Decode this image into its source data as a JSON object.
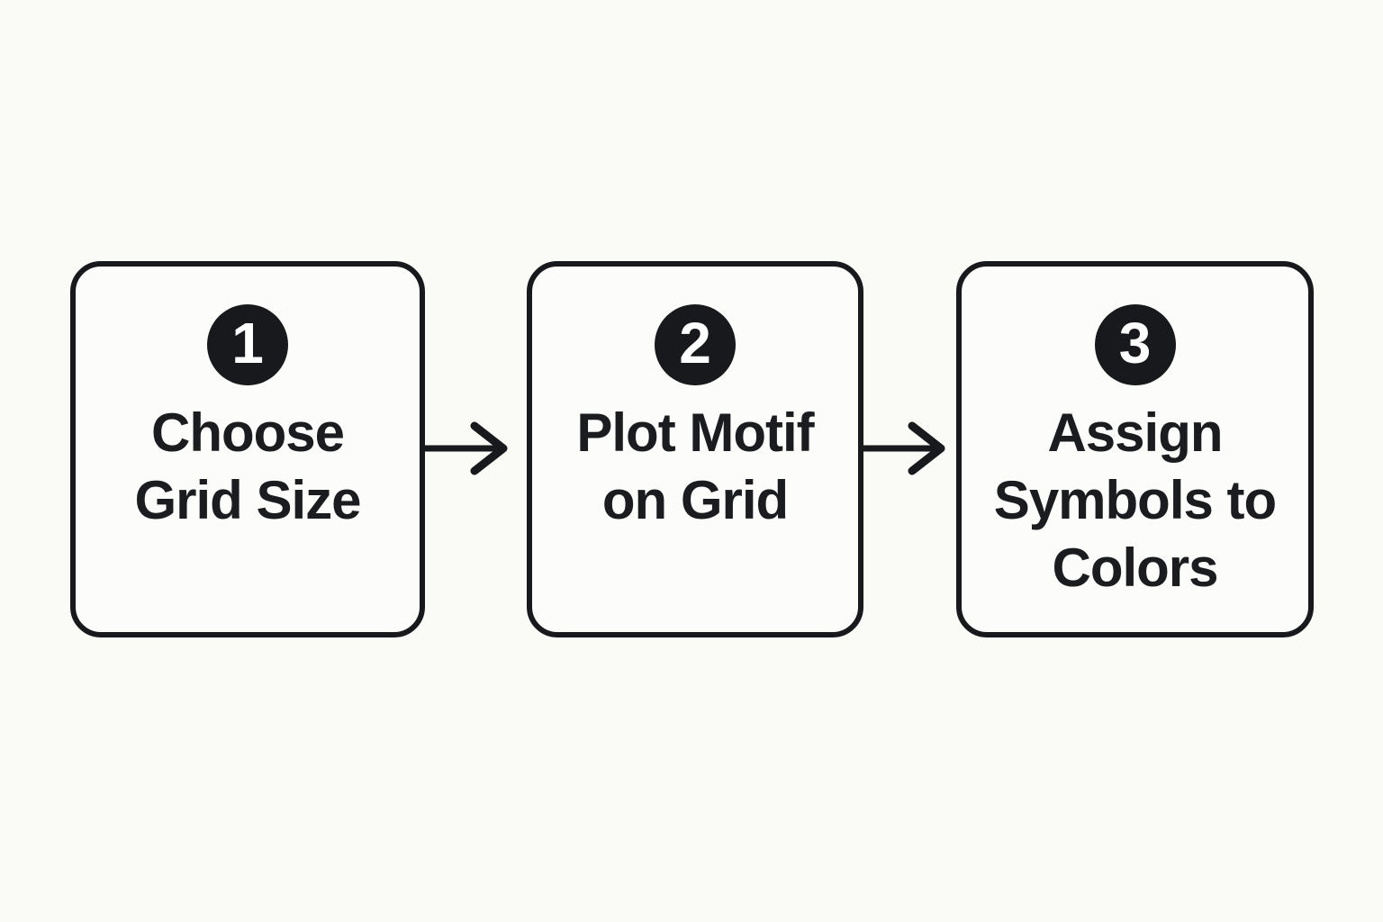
{
  "diagram": {
    "type": "flowchart",
    "direction": "left-to-right",
    "steps": [
      {
        "number": "1",
        "label": "Choose Grid Size",
        "lines": [
          "Choose",
          "Grid Size",
          ""
        ]
      },
      {
        "number": "2",
        "label": "Plot Motif on Grid",
        "lines": [
          "Plot Motif",
          "on Grid",
          ""
        ]
      },
      {
        "number": "3",
        "label": "Assign Symbols to Colors",
        "lines": [
          "Assign",
          "Symbols to",
          "Colors"
        ]
      }
    ],
    "connectors": [
      {
        "from": "1",
        "to": "2",
        "icon": "arrow-right-icon"
      },
      {
        "from": "2",
        "to": "3",
        "icon": "arrow-right-icon"
      }
    ],
    "colors": {
      "background": "#FAFAF7",
      "box_fill": "#FCFCFA",
      "outline": "#17191C",
      "badge_fill": "#17191C",
      "badge_text": "#FFFFFF",
      "label_text": "#1A1C1F"
    }
  }
}
